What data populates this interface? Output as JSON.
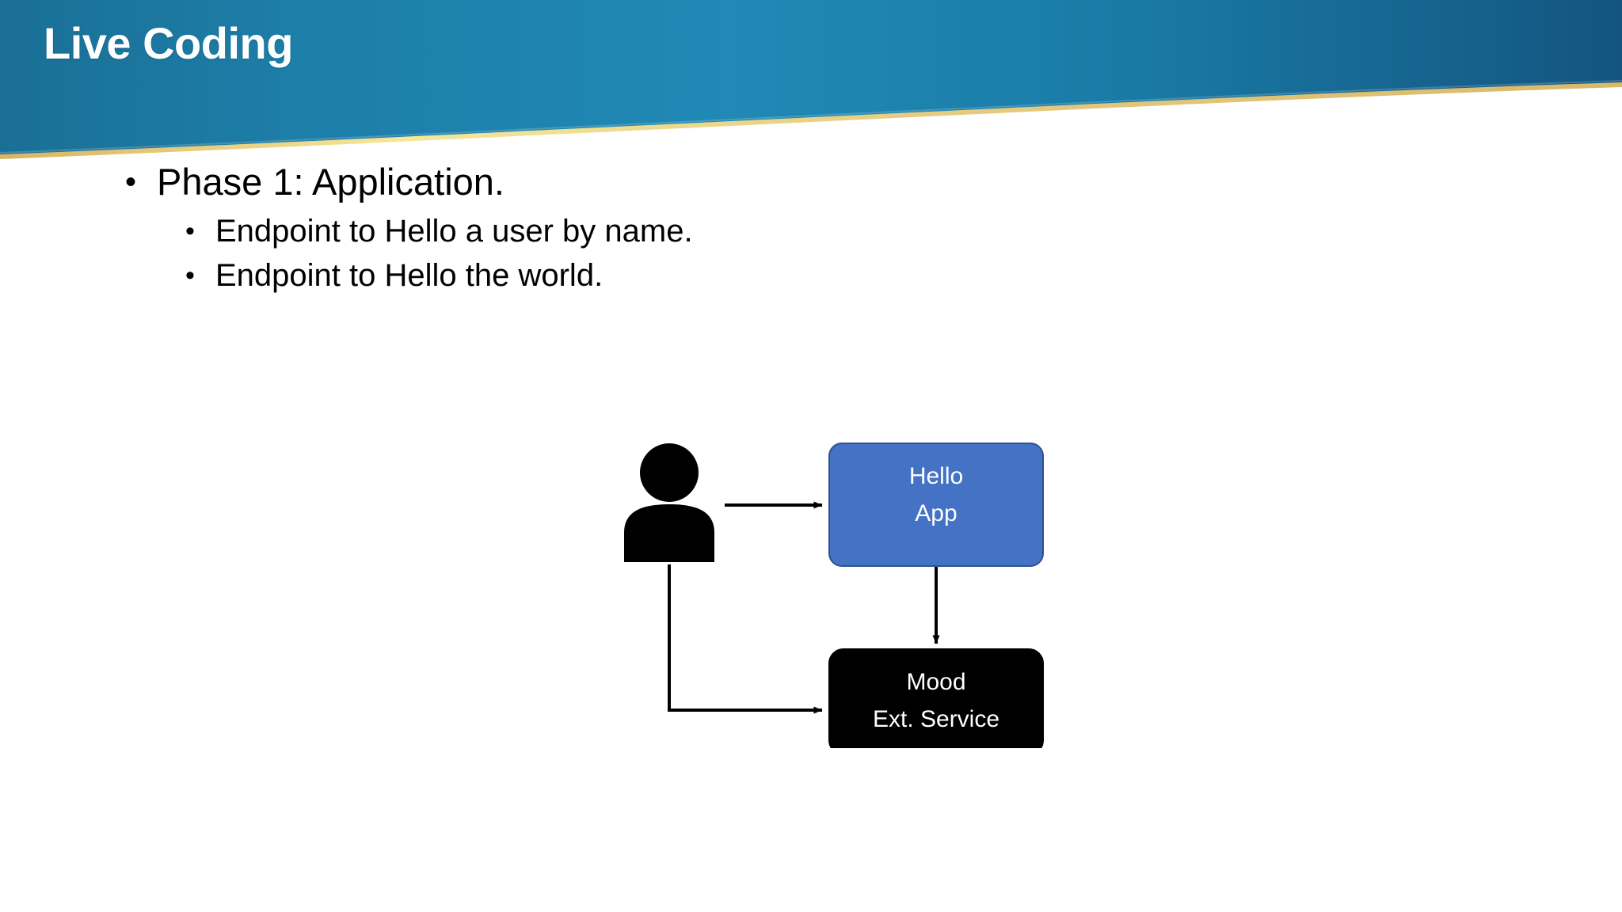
{
  "slide": {
    "title": "Live Coding",
    "background_color": "#ffffff"
  },
  "banner": {
    "gradient_left": "#1a6f96",
    "gradient_mid": "#2089b5",
    "gradient_right": "#13557f",
    "accent_line_color": "#e8c87a",
    "accent_line_highlight": "#f4e08a"
  },
  "content": {
    "bullet_glyph": "•",
    "level1": [
      {
        "text": "Phase 1: Application."
      }
    ],
    "level2": [
      {
        "text": "Endpoint to Hello a user by name."
      },
      {
        "text": "Endpoint to Hello the world."
      }
    ]
  },
  "diagram": {
    "type": "flow",
    "actor": {
      "name": "user-actor",
      "icon": "person-icon",
      "color": "#000000"
    },
    "nodes": [
      {
        "id": "hello-app",
        "line1": "Hello",
        "line2": "App",
        "fill": "#4472c4",
        "stroke": "#2f528f",
        "text_color": "#ffffff"
      },
      {
        "id": "mood-ext-service",
        "line1": "Mood",
        "line2": "Ext. Service",
        "fill": "#000000",
        "stroke": "#000000",
        "text_color": "#ffffff"
      }
    ],
    "edges": [
      {
        "from": "user-actor",
        "to": "hello-app",
        "style": "straight-right"
      },
      {
        "from": "hello-app",
        "to": "mood-ext-service",
        "style": "straight-down"
      },
      {
        "from": "user-actor",
        "to": "mood-ext-service",
        "style": "elbow-down-right"
      }
    ],
    "edge_color": "#000000"
  }
}
